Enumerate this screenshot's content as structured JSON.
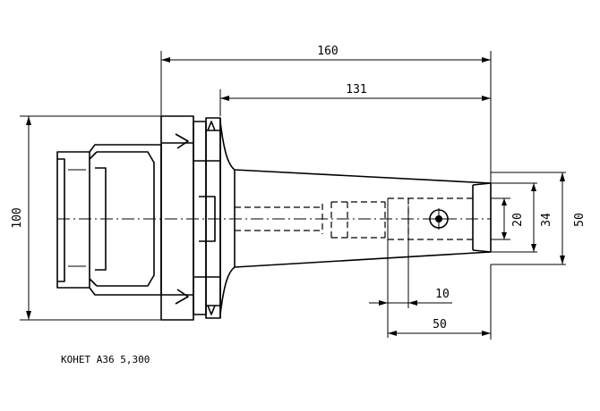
{
  "dimensions": {
    "overall_length": "160",
    "taper_length": "131",
    "flange_diameter": "100",
    "bore_small": "20",
    "bore_mid": "34",
    "nose_diameter": "50",
    "set_screw_offset": "10",
    "bore_depth": "50"
  },
  "caption": "КОНЕТ АЗ6 5,300"
}
